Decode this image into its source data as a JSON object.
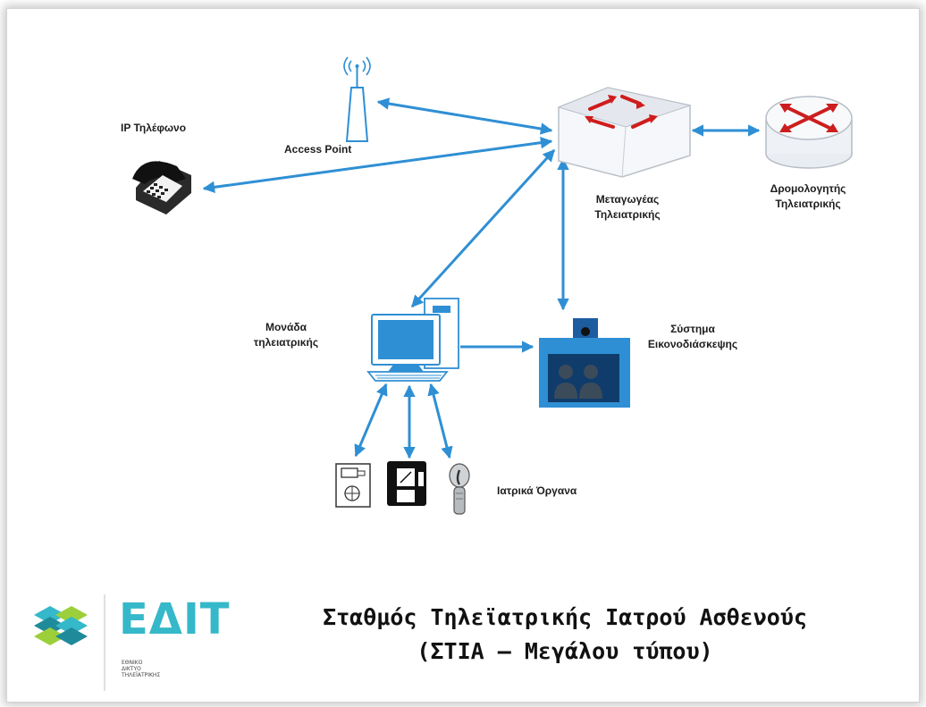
{
  "diagram": {
    "nodes": {
      "access_point": {
        "label": "Access Point"
      },
      "ip_phone": {
        "label": "IP Τηλέφωνο"
      },
      "switch": {
        "label_line1": "Μεταγωγέας",
        "label_line2": "Τηλειατρικής"
      },
      "router": {
        "label_line1": "Δρομολογητής",
        "label_line2": "Τηλειατρικής"
      },
      "telemedicine_unit": {
        "label_line1": "Μονάδα",
        "label_line2": "τηλειατρικής"
      },
      "videoconference": {
        "label_line1": "Σύστημα",
        "label_line2": "Εικονοδιάσκεψης"
      },
      "medical_devices": {
        "label": "Ιατρικά Όργανα"
      }
    },
    "edges": [
      {
        "from": "switch",
        "to": "access_point",
        "arrows": "both"
      },
      {
        "from": "switch",
        "to": "ip_phone",
        "arrows": "both"
      },
      {
        "from": "switch",
        "to": "router",
        "arrows": "both"
      },
      {
        "from": "switch",
        "to": "telemedicine_unit",
        "arrows": "both"
      },
      {
        "from": "switch",
        "to": "videoconference",
        "arrows": "both"
      },
      {
        "from": "telemedicine_unit",
        "to": "videoconference",
        "arrows": "end"
      },
      {
        "from": "telemedicine_unit",
        "to": "medical_devices",
        "arrows": "both"
      }
    ]
  },
  "logo": {
    "text": "ΕΔΙΤ",
    "sub_line1": "ΕΘΝΙΚΟ",
    "sub_line2": "ΔΙΚΤΥΟ",
    "sub_line3": "ΤΗΛΕΪΑΤΡΙΚΗΣ"
  },
  "caption": {
    "line1": "Σταθμός Τηλεϊατρικής Ιατρού Ασθενούς",
    "line2": "(ΣΤΙΑ – Μεγάλου τύπου)"
  },
  "colors": {
    "line": "#2f8fd4",
    "router_arrow": "#cc1e1e",
    "logo_teal": "#35b8c9",
    "logo_green": "#9ccf3a"
  }
}
